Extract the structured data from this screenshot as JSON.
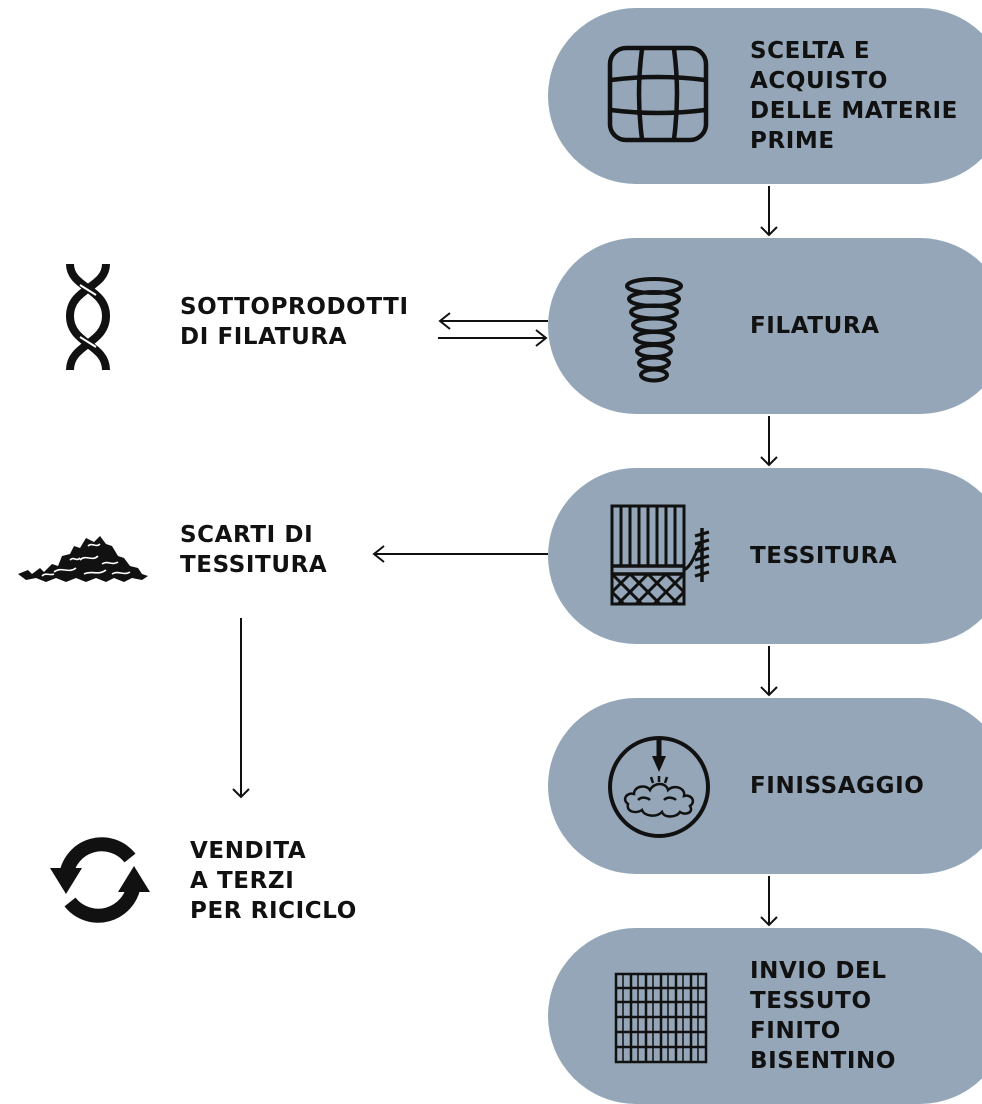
{
  "flow": [
    {
      "lines": [
        "SCELTA E",
        "ACQUISTO",
        "DELLE MATERIE",
        "PRIME"
      ],
      "icon": "wool-bale-icon"
    },
    {
      "lines": [
        "FILATURA"
      ],
      "icon": "yarn-spool-icon"
    },
    {
      "lines": [
        "TESSITURA"
      ],
      "icon": "loom-icon"
    },
    {
      "lines": [
        "FINISSAGGIO"
      ],
      "icon": "finishing-spray-icon"
    },
    {
      "lines": [
        "INVIO DEL",
        "TESSUTO",
        "FINITO",
        "BISENTINO"
      ],
      "icon": "fabric-grid-icon"
    }
  ],
  "side": [
    {
      "lines": [
        "SOTTOPRODOTTI",
        "DI FILATURA"
      ],
      "icon": "twisted-yarn-icon"
    },
    {
      "lines": [
        "SCARTI DI",
        "TESSITURA"
      ],
      "icon": "scrap-pile-icon"
    },
    {
      "lines": [
        "VENDITA",
        "A TERZI",
        "PER RICICLO"
      ],
      "icon": "recycle-arrows-icon"
    }
  ],
  "colors": {
    "pill": "#94a6b8",
    "ink": "#111111",
    "background": "#ffffff"
  }
}
